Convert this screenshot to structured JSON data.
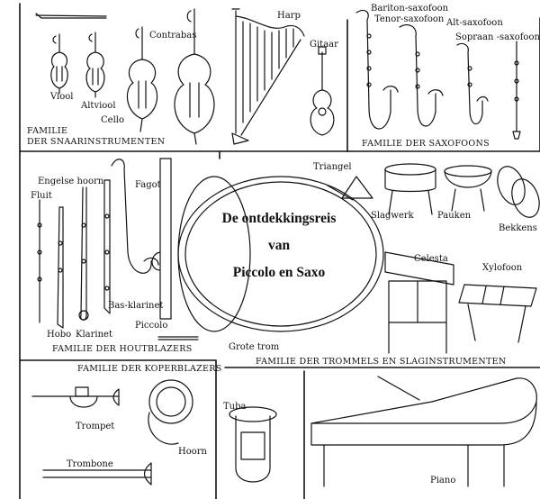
{
  "title": {
    "line1": "De ontdekkingsreis",
    "line2": "van",
    "line3": "Piccolo en Saxo"
  },
  "strings": {
    "families": {
      "strings_line1": "FAMILIE",
      "strings_line2": "DER SNAARINSTRUMENTEN",
      "labels": [
        "Viool",
        "Altviool",
        "Cello",
        "Contrabas",
        "Harp",
        "Gitaar"
      ]
    },
    "saxophones": {
      "family": "FAMILIE DER SAXOFOONS",
      "labels": [
        "Bariton-saxofoon",
        "Tenor-saxofoon",
        "Alt-saxofoon",
        "Sopraan -saxofoon"
      ]
    },
    "woodwinds": {
      "family": "FAMILIE DER HOUTBLAZERS",
      "labels": [
        "Engelse hoorn",
        "Fluit",
        "Fagot",
        "Bas-klarinet",
        "Piccolo",
        "Hobo",
        "Klarinet"
      ]
    },
    "percussion": {
      "family": "FAMILIE DER TROMMELS EN SLAGINSTRUMENTEN",
      "labels": [
        "Triangel",
        "Slagwerk",
        "Pauken",
        "Bekkens",
        "Celesta",
        "Xylofoon",
        "Grote trom"
      ]
    },
    "brass": {
      "family": "FAMILIE DER KOPERBLAZERS",
      "labels": [
        "Trompet",
        "Hoorn",
        "Tuba",
        "Trombone"
      ]
    },
    "piano": {
      "label": "Piano"
    }
  },
  "colors": {
    "ink": "#111111",
    "paper": "#ffffff"
  }
}
